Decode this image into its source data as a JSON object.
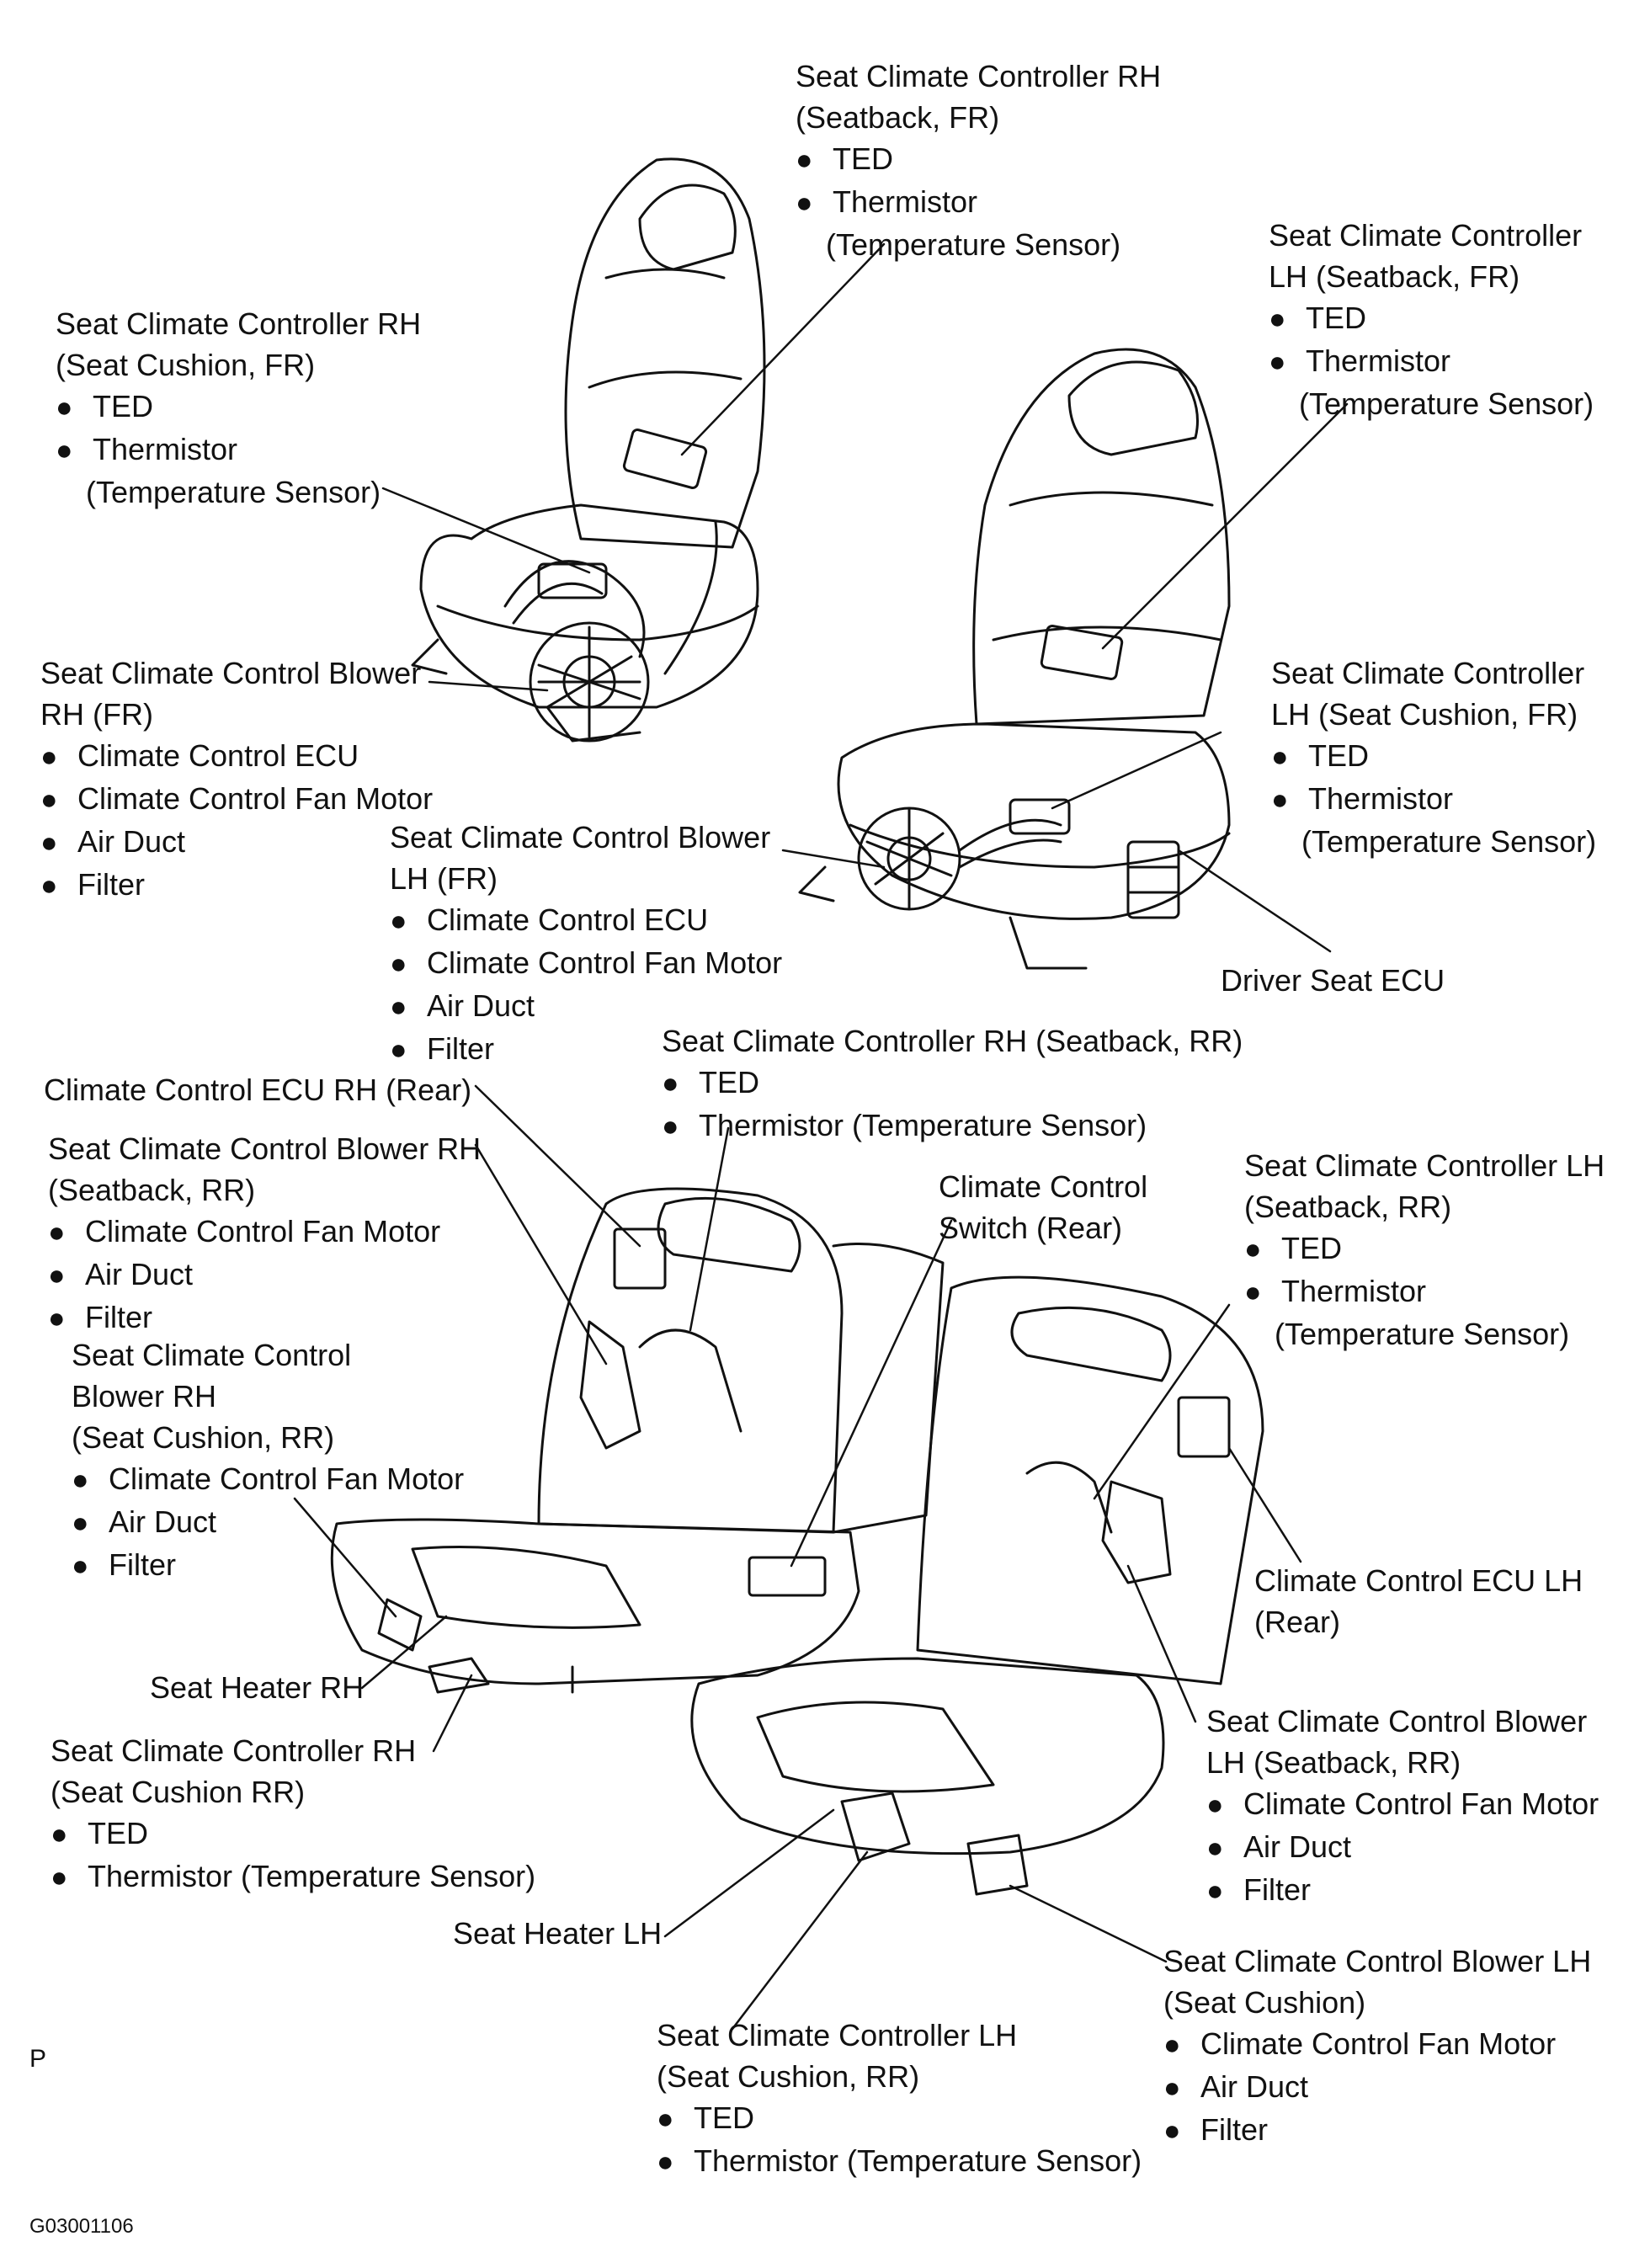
{
  "labels": {
    "sc_rh_seatback_fr": {
      "lines": [
        "Seat Climate Controller RH",
        "(Seatback, FR)"
      ],
      "items": [
        "TED",
        "Thermistor"
      ],
      "tail": "(Temperature Sensor)"
    },
    "sc_lh_seatback_fr": {
      "lines": [
        "Seat Climate Controller",
        "LH (Seatback, FR)"
      ],
      "items": [
        "TED",
        "Thermistor"
      ],
      "tail": "(Temperature Sensor)"
    },
    "sc_rh_cushion_fr": {
      "lines": [
        "Seat Climate Controller RH",
        "(Seat Cushion, FR)"
      ],
      "items": [
        "TED",
        "Thermistor"
      ],
      "tail": "(Temperature Sensor)"
    },
    "blower_rh_fr": {
      "lines": [
        "Seat Climate Control Blower",
        "RH (FR)"
      ],
      "items": [
        "Climate Control ECU",
        "Climate Control Fan Motor",
        "Air Duct",
        "Filter"
      ]
    },
    "sc_lh_cushion_fr": {
      "lines": [
        "Seat Climate Controller",
        "LH (Seat Cushion, FR)"
      ],
      "items": [
        "TED",
        "Thermistor"
      ],
      "tail": "(Temperature Sensor)"
    },
    "blower_lh_fr": {
      "lines": [
        "Seat Climate Control Blower",
        "LH (FR)"
      ],
      "items": [
        "Climate Control ECU",
        "Climate Control Fan Motor",
        "Air Duct",
        "Filter"
      ]
    },
    "driver_seat_ecu": {
      "lines": [
        "Driver Seat ECU"
      ]
    },
    "sc_rh_seatback_rr": {
      "lines": [
        "Seat Climate Controller RH (Seatback, RR)"
      ],
      "items": [
        "TED",
        "Thermistor (Temperature Sensor)"
      ]
    },
    "ecu_rh_rear": {
      "lines": [
        "Climate Control ECU RH (Rear)"
      ]
    },
    "blower_rh_seatback_rr": {
      "lines": [
        "Seat Climate Control Blower RH",
        "(Seatback, RR)"
      ],
      "items": [
        "Climate Control Fan Motor",
        "Air Duct",
        "Filter"
      ]
    },
    "switch_rear": {
      "lines": [
        "Climate Control",
        "Switch (Rear)"
      ]
    },
    "sc_lh_seatback_rr": {
      "lines": [
        "Seat Climate Controller LH",
        "(Seatback, RR)"
      ],
      "items": [
        "TED",
        "Thermistor"
      ],
      "tail": "(Temperature Sensor)"
    },
    "blower_rh_cushion_rr": {
      "lines": [
        "Seat Climate Control",
        "Blower RH",
        "(Seat Cushion, RR)"
      ],
      "items": [
        "Climate Control Fan Motor",
        "Air Duct",
        "Filter"
      ]
    },
    "ecu_lh_rear": {
      "lines": [
        "Climate Control ECU LH",
        "(Rear)"
      ]
    },
    "seat_heater_rh": {
      "lines": [
        "Seat Heater RH"
      ]
    },
    "blower_lh_seatback_rr": {
      "lines": [
        "Seat Climate Control Blower",
        "LH (Seatback, RR)"
      ],
      "items": [
        "Climate Control Fan Motor",
        "Air Duct",
        "Filter"
      ]
    },
    "sc_rh_cushion_rr": {
      "lines": [
        "Seat Climate Controller RH",
        "(Seat Cushion RR)"
      ],
      "items": [
        "TED",
        "Thermistor (Temperature Sensor)"
      ]
    },
    "seat_heater_lh": {
      "lines": [
        "Seat Heater LH"
      ]
    },
    "blower_lh_cushion": {
      "lines": [
        "Seat Climate Control Blower LH",
        "(Seat Cushion)"
      ],
      "items": [
        "Climate Control Fan Motor",
        "Air Duct",
        "Filter"
      ]
    },
    "sc_lh_cushion_rr": {
      "lines": [
        "Seat Climate Controller LH",
        "(Seat Cushion, RR)"
      ],
      "items": [
        "TED",
        "Thermistor (Temperature Sensor)"
      ]
    }
  },
  "corner_mark": "P",
  "figure_code": "G03001106"
}
